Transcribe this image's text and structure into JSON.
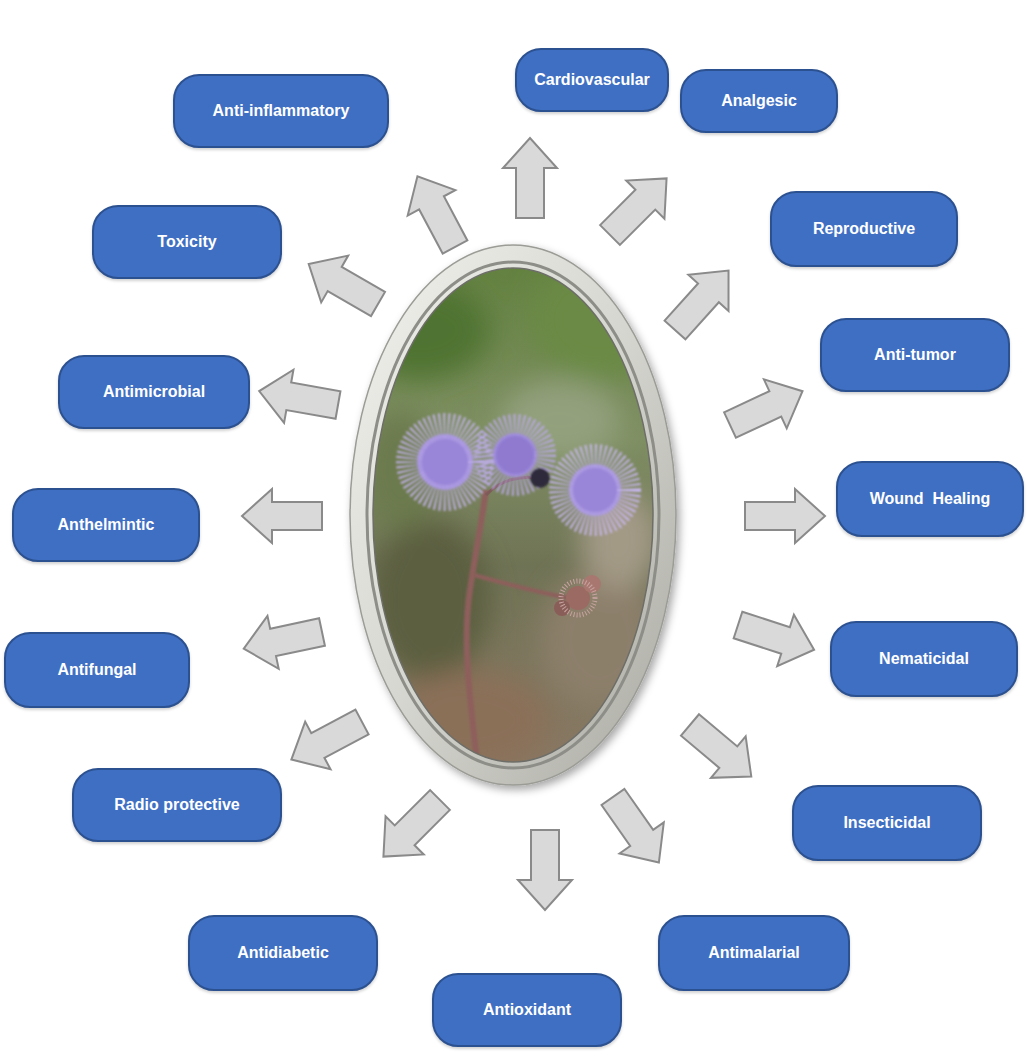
{
  "diagram": {
    "nodes": [
      {
        "text": [
          "Anti-inflammatory"
        ]
      },
      {
        "text": [
          "Cardiovascular"
        ]
      },
      {
        "text": [
          "Analgesic"
        ]
      },
      {
        "text": [
          "Toxicity"
        ]
      },
      {
        "text": [
          "Reproductive"
        ]
      },
      {
        "text": [
          "Anti-tumor"
        ]
      },
      {
        "text": [
          "Antimicrobial"
        ]
      },
      {
        "text": [
          "Anthelmintic"
        ]
      },
      {
        "text": [
          "Wound  Healing"
        ]
      },
      {
        "text": [
          "Antifungal"
        ]
      },
      {
        "text": [
          "Nematicidal"
        ]
      },
      {
        "text": [
          "Radio protective"
        ]
      },
      {
        "text": [
          "Insecticidal"
        ]
      },
      {
        "text": [
          "Antidiabetic"
        ]
      },
      {
        "text": [
          "Antimalarial"
        ]
      },
      {
        "text": [
          "Antioxidant"
        ]
      }
    ]
  }
}
